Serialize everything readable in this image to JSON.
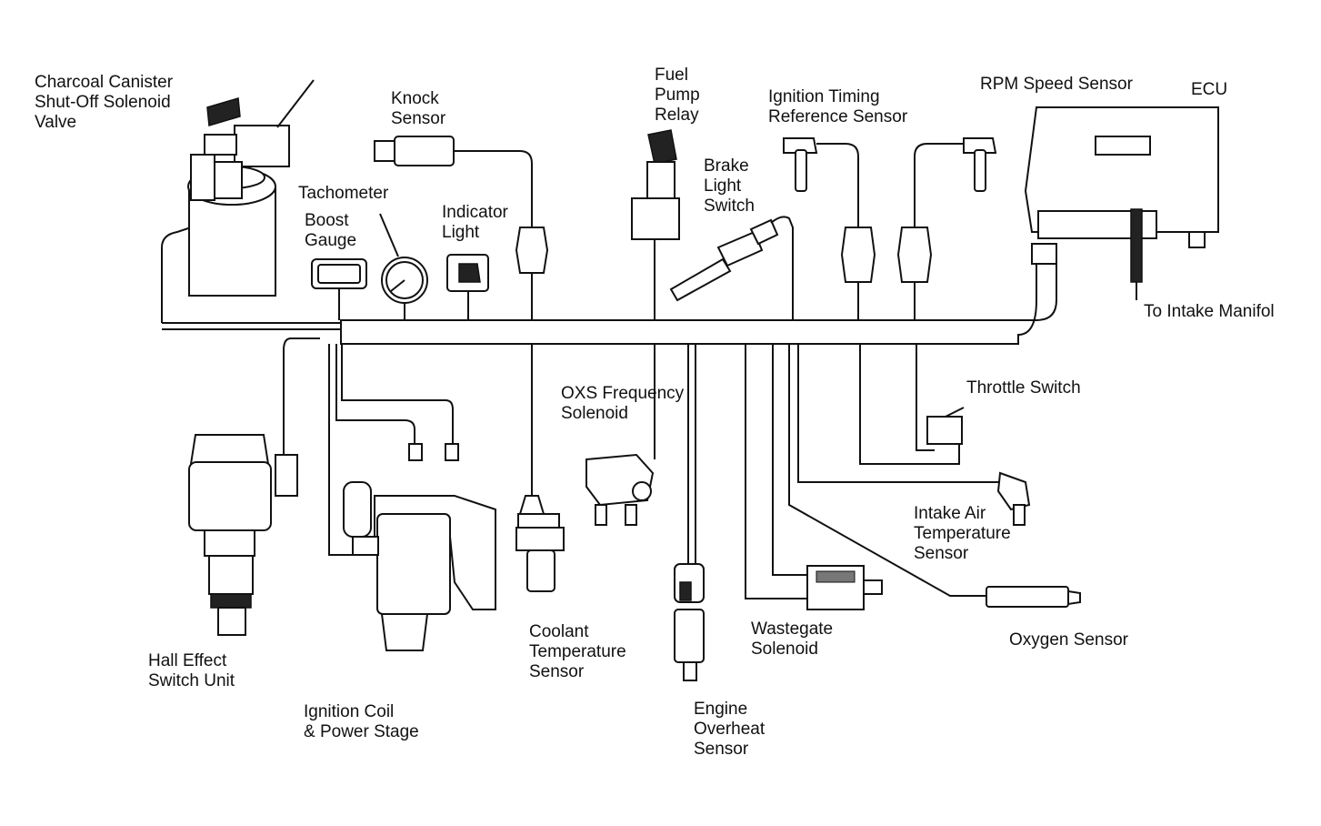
{
  "labels": {
    "charcoal_canister": [
      "Charcoal Canister",
      "Shut-Off Solenoid",
      "Valve"
    ],
    "knock_sensor": [
      "Knock",
      "Sensor"
    ],
    "fuel_pump_relay": [
      "Fuel",
      "Pump",
      "Relay"
    ],
    "ignition_timing": [
      "Ignition Timing",
      "Reference Sensor"
    ],
    "rpm_speed_sensor": [
      "RPM Speed Sensor"
    ],
    "ecu": [
      "ECU"
    ],
    "tachometer": [
      "Tachometer"
    ],
    "boost_gauge": [
      "Boost",
      "Gauge"
    ],
    "indicator_light": [
      "Indicator",
      "Light"
    ],
    "brake_light_switch": [
      "Brake",
      "Light",
      "Switch"
    ],
    "to_intake_manifold": [
      "To Intake Manifol"
    ],
    "throttle_switch": [
      "Throttle Switch"
    ],
    "oxs_frequency_solenoid": [
      "OXS Frequency",
      "Solenoid"
    ],
    "intake_air_temp_sensor": [
      "Intake Air",
      "Temperature",
      "Sensor"
    ],
    "hall_effect_switch": [
      "Hall Effect",
      "Switch Unit"
    ],
    "coolant_temp_sensor": [
      "Coolant",
      "Temperature",
      "Sensor"
    ],
    "wastegate_solenoid": [
      "Wastegate",
      "Solenoid"
    ],
    "oxygen_sensor": [
      "Oxygen Sensor"
    ],
    "ignition_coil": [
      "Ignition Coil",
      "& Power Stage"
    ],
    "engine_overheat_sensor": [
      "Engine",
      "Overheat",
      "Sensor"
    ]
  },
  "colors": {
    "line": "#111111",
    "background": "#ffffff"
  }
}
